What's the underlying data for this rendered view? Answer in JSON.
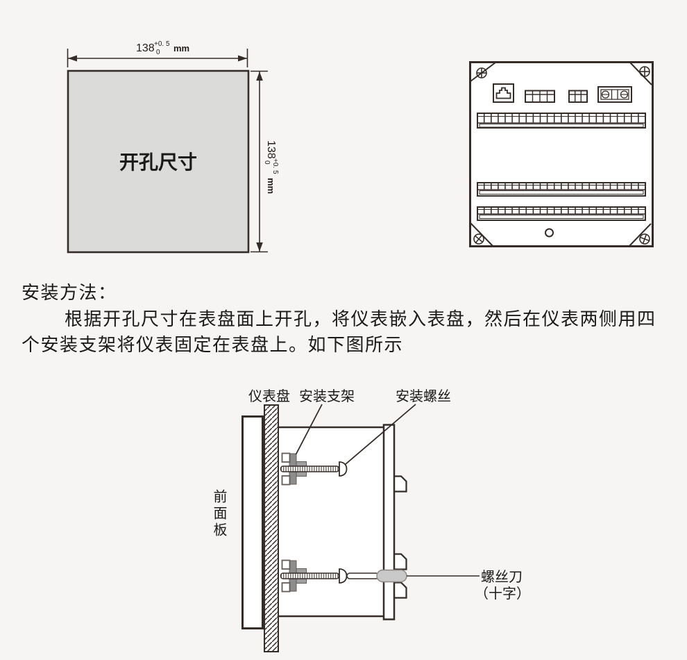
{
  "page": {
    "ink": "#352c28",
    "square_fill": "#dbdbd9",
    "bracket_gray": "#8d8d8d",
    "nut_gray": "#9f9f9f",
    "handle_gray": "#c9c9c9"
  },
  "cutout_diagram": {
    "label": "开孔尺寸",
    "width_dim": {
      "value": "138",
      "tol_plus": "+0. 5",
      "tol_minus": "0",
      "unit": "mm"
    },
    "height_dim": {
      "value": "138",
      "tol_plus": "+0. 5",
      "tol_minus": "0",
      "unit": "mm"
    }
  },
  "instructions": {
    "heading": "安装方法：",
    "line1": "根据开孔尺寸在表盘面上开孔，将仪表嵌入表盘，然后在仪表两侧用四",
    "line2": "个安装支架将仪表固定在表盘上。如下图所示"
  },
  "install_diagram": {
    "panel_label": "仪表盘",
    "bracket_label": "安装支架",
    "screw_label": "安装螺丝",
    "front_panel_label": "前面板",
    "screwdriver_label_line1": "螺丝刀",
    "screwdriver_label_line2": "（十字）"
  }
}
